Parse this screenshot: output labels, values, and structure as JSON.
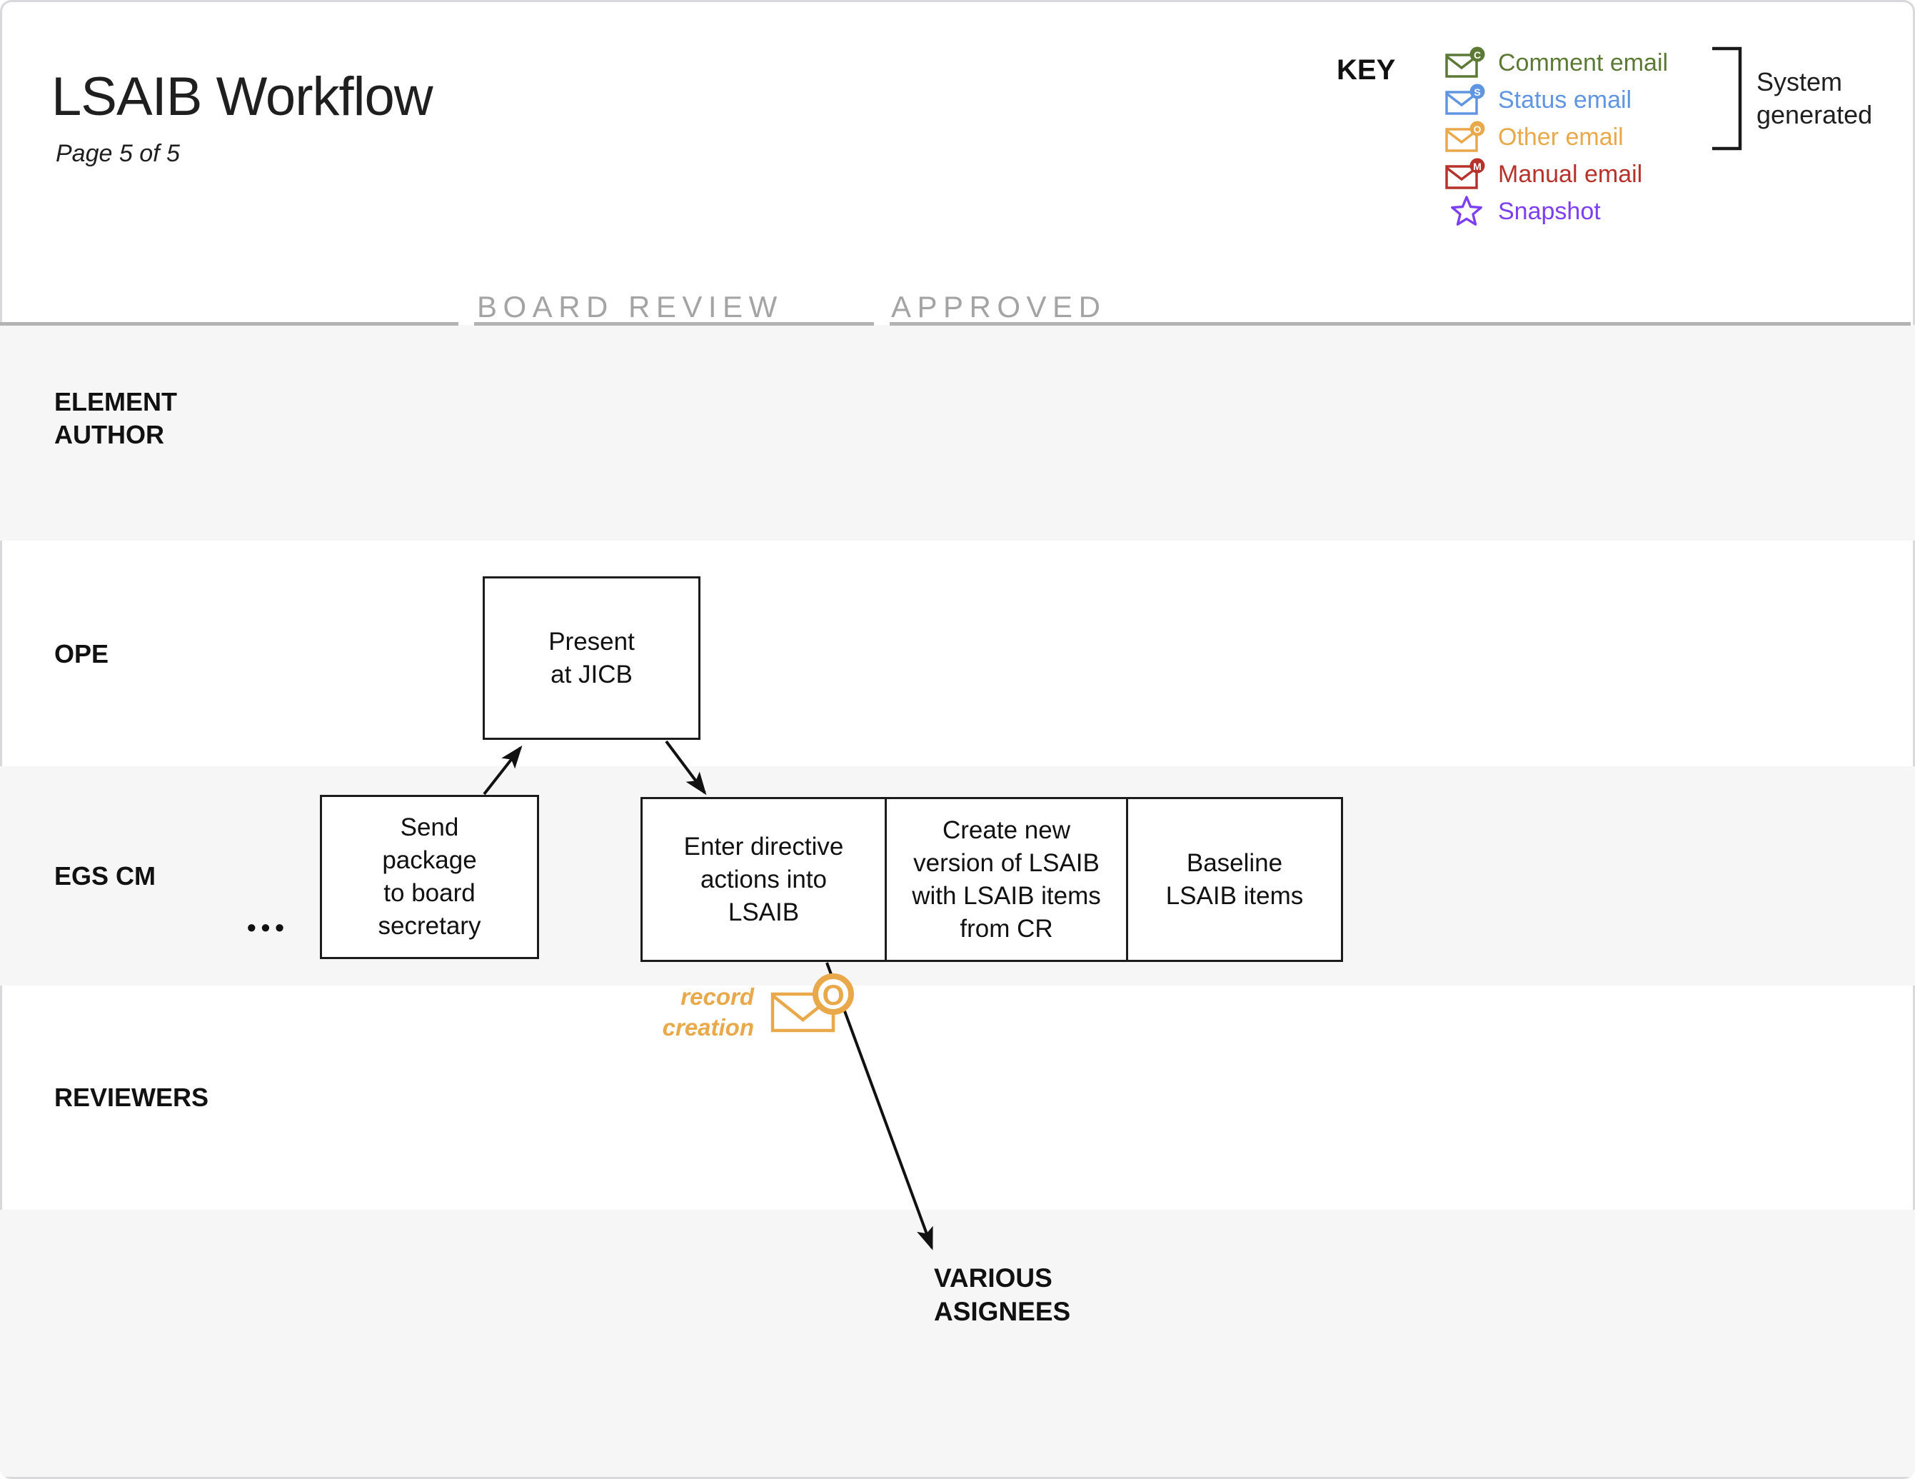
{
  "page": {
    "title": "LSAIB Workflow",
    "subtitle": "Page 5 of 5"
  },
  "key": {
    "heading": "KEY",
    "items": [
      {
        "label": "Comment email",
        "badge": "C",
        "color": "#5c7a35",
        "icon": "envelope"
      },
      {
        "label": "Status email",
        "badge": "S",
        "color": "#6095e2",
        "icon": "envelope"
      },
      {
        "label": "Other email",
        "badge": "O",
        "color": "#e9a94a",
        "icon": "envelope"
      },
      {
        "label": "Manual email",
        "badge": "M",
        "color": "#b8322c",
        "icon": "envelope"
      },
      {
        "label": "Snapshot",
        "badge": "",
        "color": "#7d3ff2",
        "icon": "star"
      }
    ],
    "bracket_note": "System\ngenerated"
  },
  "phases": {
    "board_review": "BOARD REVIEW",
    "approved": "APPROVED"
  },
  "lanes": [
    {
      "id": "element-author",
      "label": "ELEMENT\nAUTHOR"
    },
    {
      "id": "ope",
      "label": "OPE"
    },
    {
      "id": "egs-cm",
      "label": "EGS CM"
    },
    {
      "id": "reviewers",
      "label": "REVIEWERS"
    }
  ],
  "nodes": {
    "present_jicb": "Present\nat JICB",
    "send_package": "Send\npackage\nto board\nsecretary",
    "enter_directive": "Enter directive\nactions into\nLSAIB",
    "create_version": "Create new\nversion of LSAIB\nwith LSAIB items\nfrom CR",
    "baseline": "Baseline\nLSAIB items"
  },
  "annotations": {
    "continuation_dots": "•••",
    "record_creation": "record\ncreation",
    "record_badge": "O",
    "target": "VARIOUS\nASIGNEES"
  },
  "colors": {
    "accent_orange": "#e9a94a",
    "lane_gray": "#f6f6f7",
    "phase_gray": "#a4a4a4",
    "divider_gray": "#b3b3b3",
    "line_black": "#1a1a1a"
  }
}
